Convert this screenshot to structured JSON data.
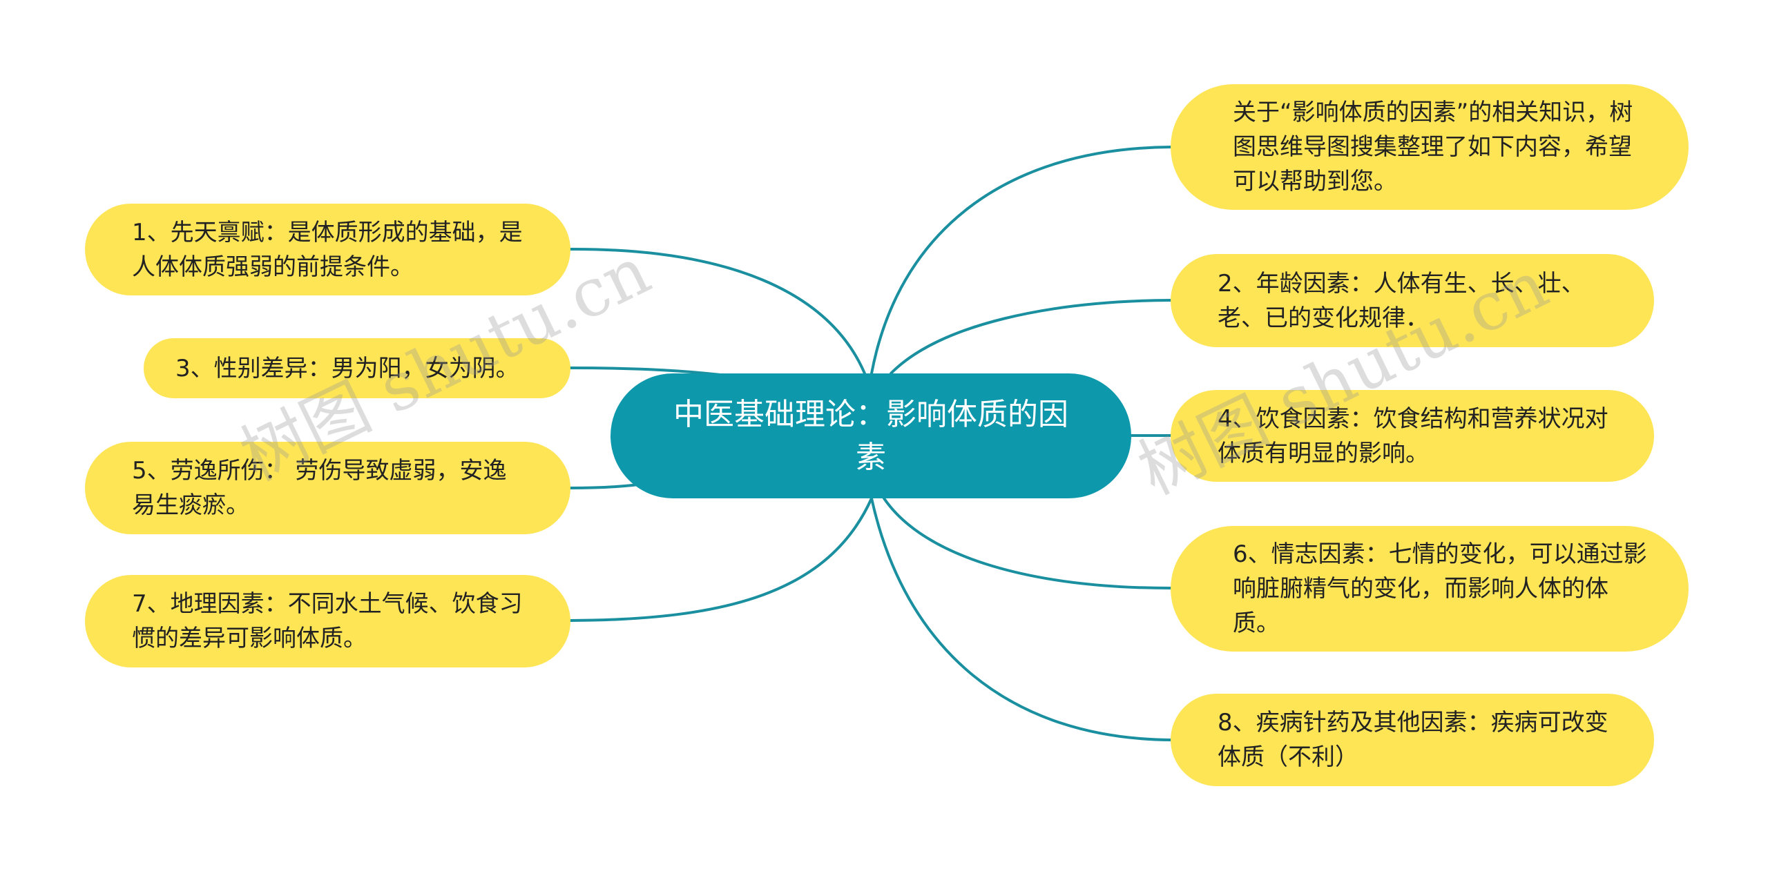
{
  "root": {
    "text": "中医基础理论：影响体质的因素"
  },
  "nodes": [
    {
      "id": "intro",
      "text": "关于“影响体质的因素”的相关知识，树图思维导图搜集整理了如下内容，希望可以帮助到您。"
    },
    {
      "id": "n1",
      "text": "1、先天禀赋：是体质形成的基础，是人体体质强弱的前提条件。"
    },
    {
      "id": "n2",
      "text": "2、年龄因素：人体有生、长、壮、老、已的变化规律．"
    },
    {
      "id": "n3",
      "text": "3、性别差异：男为阳，女为阴。"
    },
    {
      "id": "n4",
      "text": "4、饮食因素：饮食结构和营养状况对体质有明显的影响。"
    },
    {
      "id": "n5",
      "text": "5、劳逸所伤： 劳伤导致虚弱，安逸易生痰瘀。"
    },
    {
      "id": "n6",
      "text": "6、情志因素：七情的变化，可以通过影响脏腑精气的变化，而影响人体的体质。"
    },
    {
      "id": "n7",
      "text": "7、地理因素：不同水土气候、饮食习惯的差异可影响体质。"
    },
    {
      "id": "n8",
      "text": "8、疾病针药及其他因素：疾病可改变体质（不利）"
    }
  ],
  "watermarks": [
    "树图 shutu.cn",
    "树图 shutu.cn"
  ],
  "colors": {
    "root_fill": "#0e98ab",
    "node_fill": "#fde556",
    "link": "#1a8f9f"
  }
}
